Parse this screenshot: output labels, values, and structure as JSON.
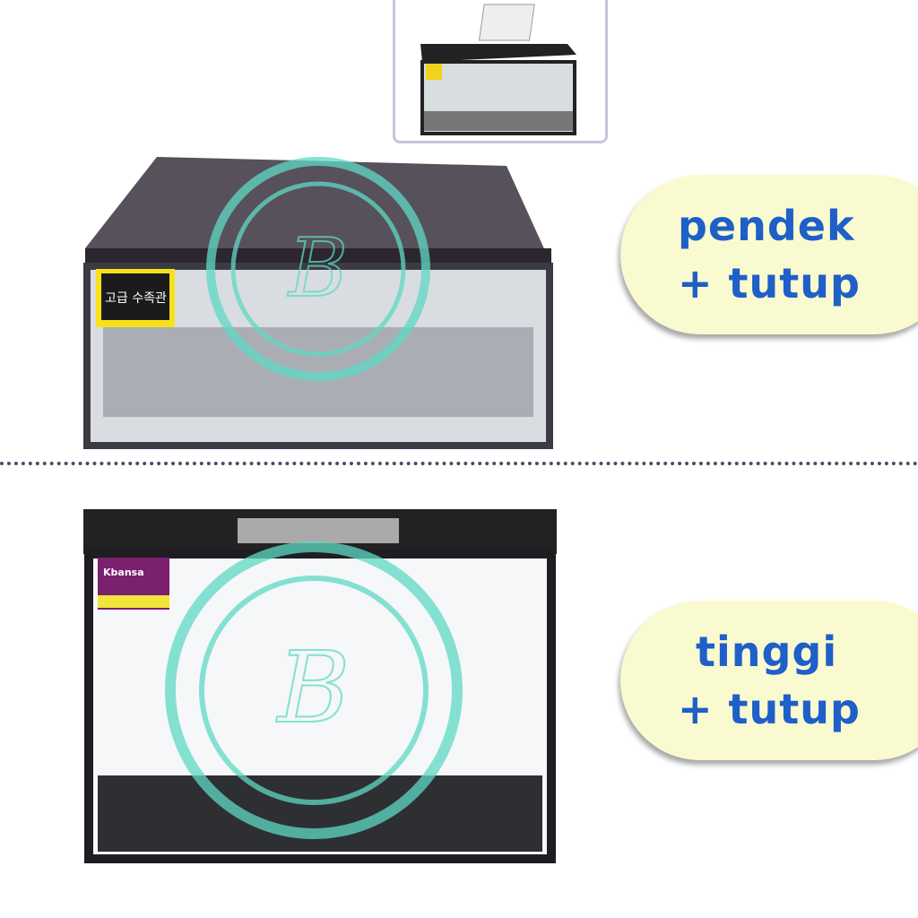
{
  "thumbnail": {
    "icon": "aquarium-with-open-lid-thumbnail"
  },
  "products": [
    {
      "name": "short-tank",
      "label_line1": "pendek",
      "label_line2": "+ tutup",
      "tag_text": "고급 수족관"
    },
    {
      "name": "tall-tank",
      "label_line1": "tinggi",
      "label_line2": "+ tutup",
      "tag_text": "Kbansa"
    }
  ],
  "watermark": {
    "letter": "B"
  },
  "colors": {
    "label_text": "#1e5fc8",
    "label_bg": "#fafad0",
    "watermark": "#5fd9c4",
    "divider": "#4a4f68",
    "thumb_border": "#c9c3e0"
  }
}
